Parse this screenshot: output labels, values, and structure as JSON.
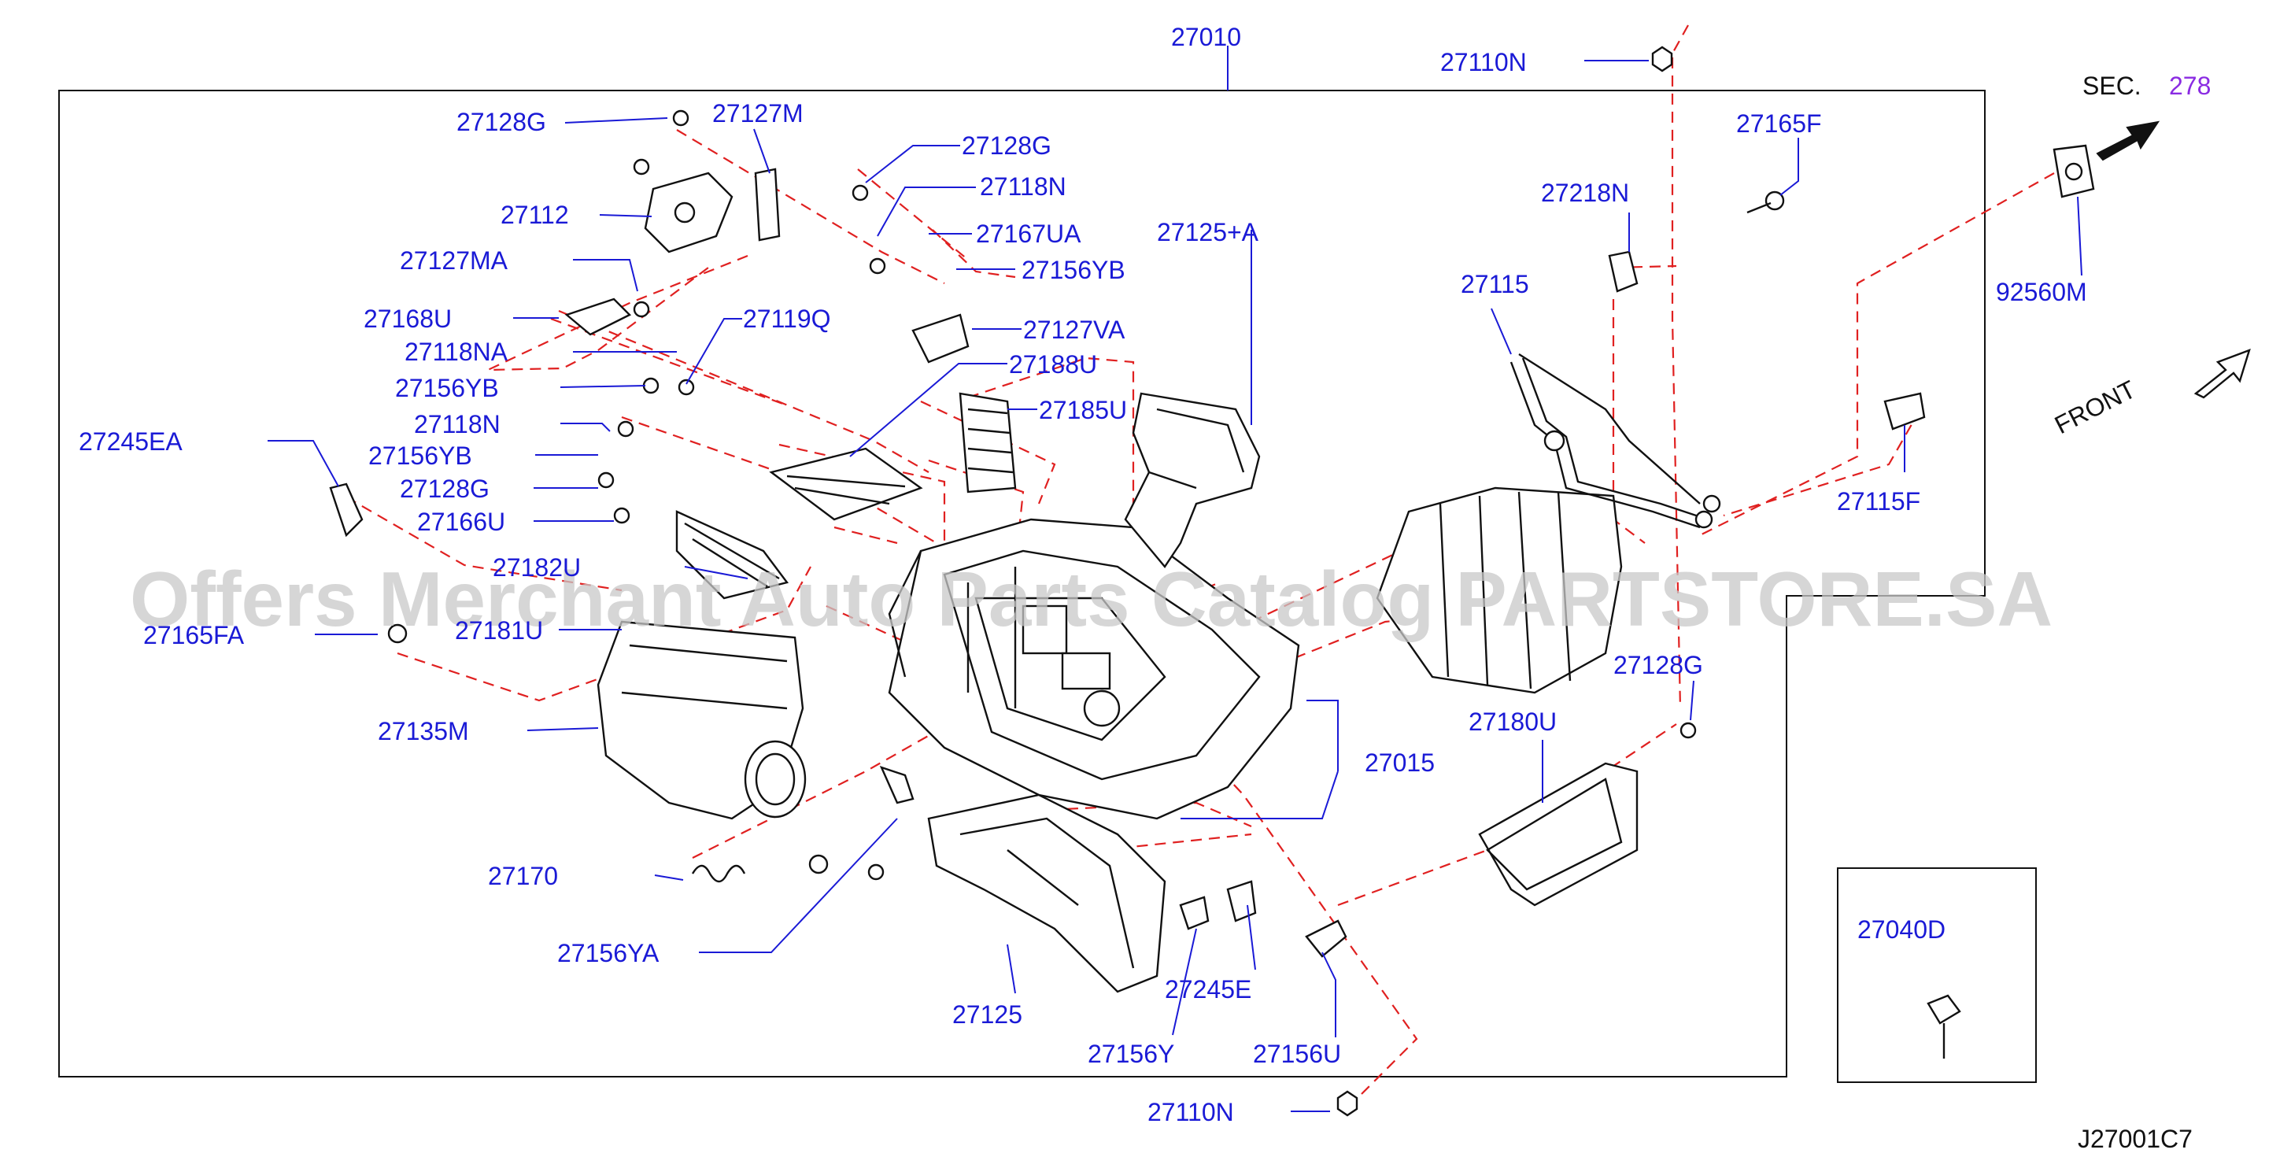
{
  "diagram": {
    "callouts": [
      {
        "id": "c-27010",
        "label": "27010"
      },
      {
        "id": "c-27110n-top",
        "label": "27110N"
      },
      {
        "id": "c-27128g-1",
        "label": "27128G"
      },
      {
        "id": "c-27127m",
        "label": "27127M"
      },
      {
        "id": "c-27128g-2",
        "label": "27128G"
      },
      {
        "id": "c-27118n-1",
        "label": "27118N"
      },
      {
        "id": "c-27112",
        "label": "27112"
      },
      {
        "id": "c-27167ua",
        "label": "27167UA"
      },
      {
        "id": "c-27127ma",
        "label": "27127MA"
      },
      {
        "id": "c-27156yb-1",
        "label": "27156YB"
      },
      {
        "id": "c-27125a",
        "label": "27125+A"
      },
      {
        "id": "c-27168u",
        "label": "27168U"
      },
      {
        "id": "c-27119q",
        "label": "27119Q"
      },
      {
        "id": "c-27127va",
        "label": "27127VA"
      },
      {
        "id": "c-27118na",
        "label": "27118NA"
      },
      {
        "id": "c-27188u",
        "label": "27188U"
      },
      {
        "id": "c-27156yb-2",
        "label": "27156YB"
      },
      {
        "id": "c-27185u",
        "label": "27185U"
      },
      {
        "id": "c-27118n-2",
        "label": "27118N"
      },
      {
        "id": "c-27245ea",
        "label": "27245EA"
      },
      {
        "id": "c-27156yb-3",
        "label": "27156YB"
      },
      {
        "id": "c-27128g-3",
        "label": "27128G"
      },
      {
        "id": "c-27166u",
        "label": "27166U"
      },
      {
        "id": "c-27182u",
        "label": "27182U"
      },
      {
        "id": "c-27181u",
        "label": "27181U"
      },
      {
        "id": "c-27165fa",
        "label": "27165FA"
      },
      {
        "id": "c-27135m",
        "label": "27135M"
      },
      {
        "id": "c-27170",
        "label": "27170"
      },
      {
        "id": "c-27156ya",
        "label": "27156YA"
      },
      {
        "id": "c-27125",
        "label": "27125"
      },
      {
        "id": "c-27245e",
        "label": "27245E"
      },
      {
        "id": "c-27156y",
        "label": "27156Y"
      },
      {
        "id": "c-27156u",
        "label": "27156U"
      },
      {
        "id": "c-27110n-bottom",
        "label": "27110N"
      },
      {
        "id": "c-27015",
        "label": "27015"
      },
      {
        "id": "c-27180u",
        "label": "27180U"
      },
      {
        "id": "c-27128g-4",
        "label": "27128G"
      },
      {
        "id": "c-27165f",
        "label": "27165F"
      },
      {
        "id": "c-27218n",
        "label": "27218N"
      },
      {
        "id": "c-27115",
        "label": "27115"
      },
      {
        "id": "c-27115f",
        "label": "27115F"
      },
      {
        "id": "c-92560m",
        "label": "92560M"
      },
      {
        "id": "c-27040d",
        "label": "27040D"
      }
    ],
    "section_ref": {
      "prefix": "SEC.",
      "number": "278"
    },
    "front_label": "FRONT",
    "diagram_code": "J27001C7",
    "watermark": "Offers Merchant Auto Parts Catalog PARTSTORE.SA",
    "colors": {
      "callout": "#1a1ad6",
      "leader_dashed": "#e02020",
      "section_number": "#8a2be2",
      "watermark": "#c8c8c8"
    }
  }
}
